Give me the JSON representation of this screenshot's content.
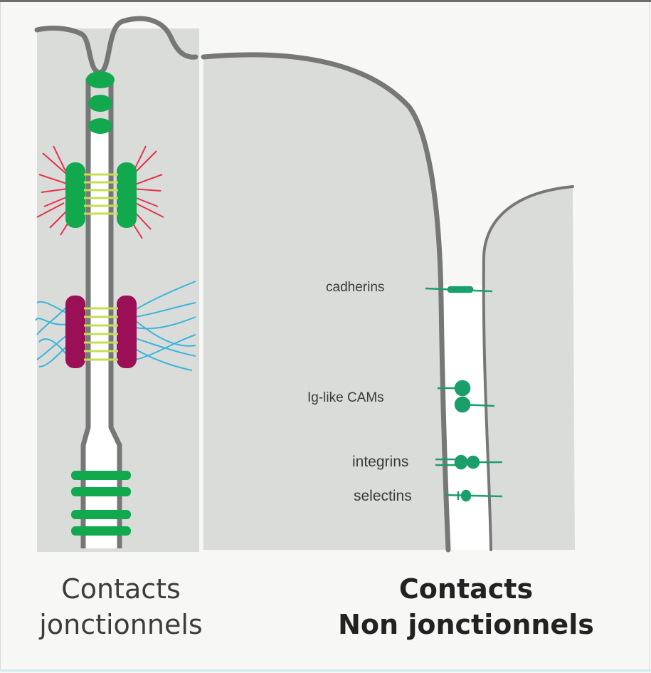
{
  "labels": {
    "cadherins": "cadherins",
    "iglike": "Ig-like CAMs",
    "integrins": "integrins",
    "selectins": "selectins"
  },
  "captions": {
    "left_line1": "Contacts",
    "left_line2": "jonctionnels",
    "right_line1": "Contacts",
    "right_line2": "Non jonctionnels"
  },
  "colors": {
    "background": "#f7f8f6",
    "cytoplasm": "#dadcda",
    "membrane": "#777777",
    "junction_green": "#12a84e",
    "linker_yellow": "#c9dd52",
    "actin_red": "#e8304a",
    "desmosome_magenta": "#9a0f55",
    "filament_blue": "#3ab4dc"
  }
}
